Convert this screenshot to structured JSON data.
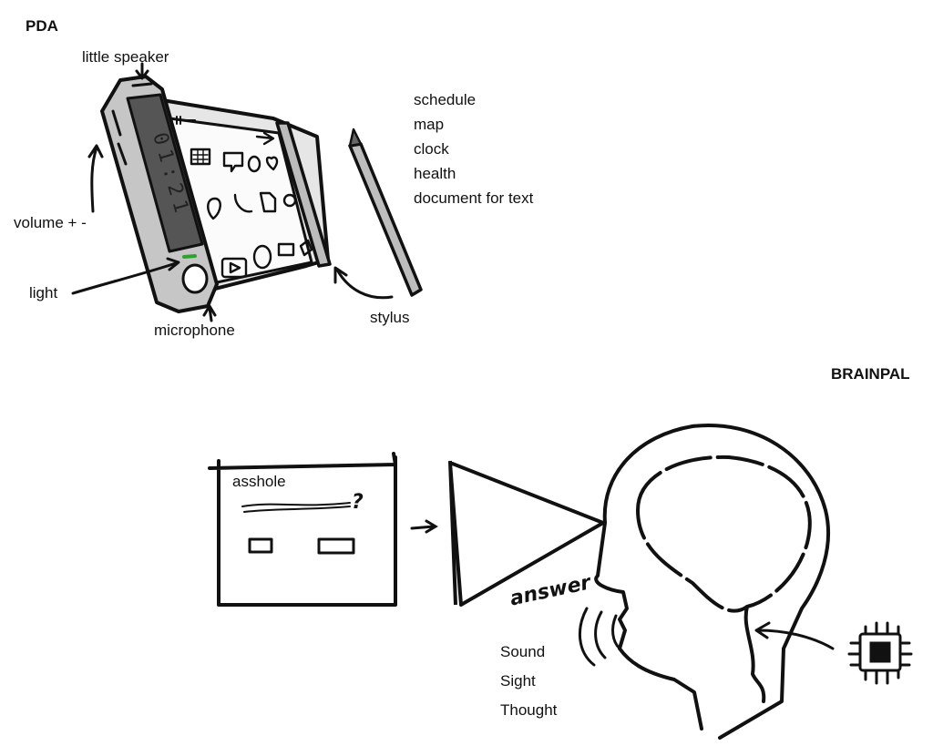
{
  "pda": {
    "title": "PDA",
    "labels": {
      "speaker": "little speaker",
      "volume": "volume + -",
      "light": "light",
      "microphone": "microphone",
      "stylus": "stylus"
    },
    "screen_time": "01:21",
    "features": [
      "schedule",
      "map",
      "clock",
      "health",
      "document for text"
    ]
  },
  "brainpal": {
    "title": "BRAINPAL",
    "screen_text": "asshole",
    "question_mark": "?",
    "answer_label": "answer",
    "senses": [
      "Sound",
      "Sight",
      "Thought"
    ]
  }
}
